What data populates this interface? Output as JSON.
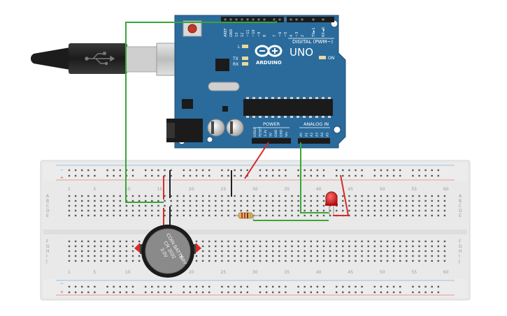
{
  "board": {
    "model": "UNO",
    "brand": "ARDUINO",
    "digital_label": "DIGITAL (PWM~)",
    "analog_label": "ANALOG IN",
    "power_label": "POWER",
    "on_label": "ON",
    "led_l": "L",
    "led_tx": "TX",
    "led_rx": "RX",
    "top_pins": [
      "AREF",
      "GND",
      "13",
      "12",
      "~11",
      "~10",
      "~9",
      "8",
      "7",
      "~6",
      "~5",
      "4",
      "~3",
      "2",
      "TX►1",
      "RX◄0"
    ],
    "power_pins": [
      "IOREF",
      "RESET",
      "3.3V",
      "5V",
      "GND",
      "GND",
      "Vin"
    ],
    "analog_pins": [
      "A0",
      "A1",
      "A2",
      "A3",
      "A4",
      "A5"
    ]
  },
  "breadboard": {
    "column_numbers": [
      "1",
      "5",
      "10",
      "15",
      "20",
      "25",
      "30",
      "35",
      "40",
      "45",
      "50",
      "55",
      "60"
    ],
    "rows_top": [
      "A",
      "B",
      "C",
      "D",
      "E"
    ],
    "rows_bottom": [
      "F",
      "G",
      "H",
      "I",
      "J"
    ],
    "rail_minus": "−",
    "rail_plus": "+"
  },
  "battery": {
    "line1": "COIN BATTERY",
    "line2": "CR 2032",
    "line3": "3.0V",
    "symbol": "+"
  },
  "components": {
    "led_color": "red",
    "resistor": "resistor",
    "usb_cable": "usb-cable"
  },
  "colors": {
    "board_blue": "#2a6b9c",
    "board_dark": "#1f4f77",
    "wire_green": "#3aa635",
    "wire_red": "#d62b2b",
    "wire_black": "#222222",
    "led_red": "#d31b1b",
    "battery_grey": "#8a8a8a"
  }
}
